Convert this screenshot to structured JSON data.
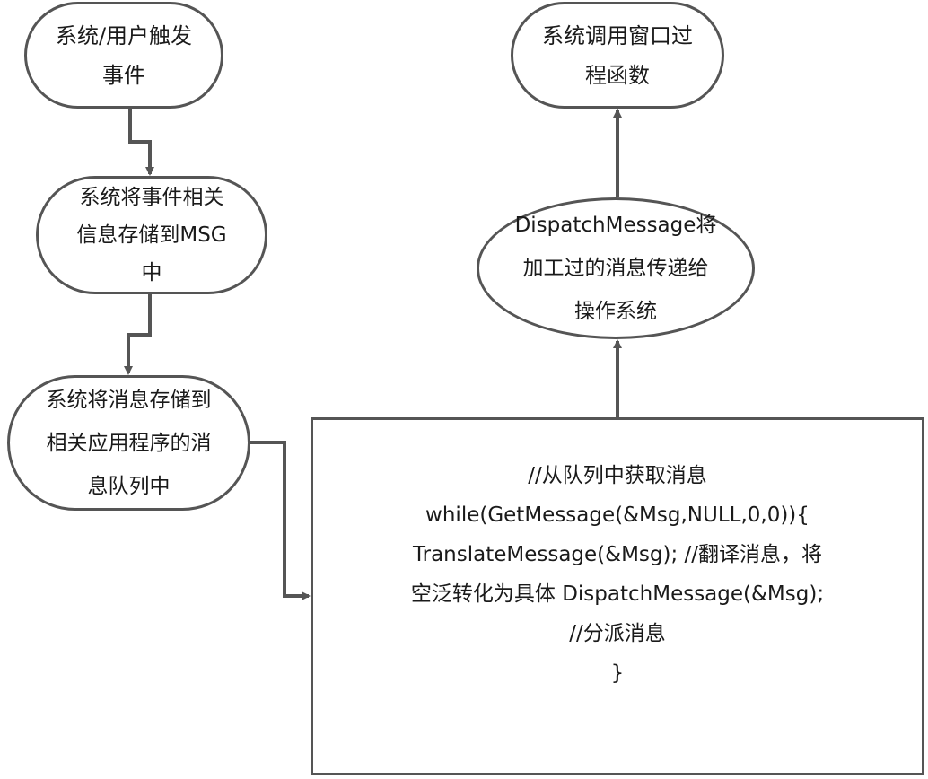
{
  "diagram": {
    "nodes": {
      "user_event": {
        "text": "系统/用户触发\n事件"
      },
      "store_msg": {
        "text": "系统将事件相关\n信息存储到MSG\n中"
      },
      "queue_msg": {
        "text": "系统将消息存储到\n相关应用程序的消\n息队列中"
      },
      "window_proc": {
        "text": "系统调用窗口过\n程函数"
      },
      "dispatch": {
        "text": "DispatchMessage将\n加工过的消息传递给\n操作系统"
      },
      "loop_code": {
        "text": "//从队列中获取消息\nwhile(GetMessage(&Msg,NULL,0,0)){\nTranslateMessage(&Msg); //翻译消息，将\n空泛转化为具体 DispatchMessage(&Msg);\n//分派消息\n}"
      }
    },
    "edges": [
      {
        "from": "user_event",
        "to": "store_msg"
      },
      {
        "from": "store_msg",
        "to": "queue_msg"
      },
      {
        "from": "queue_msg",
        "to": "loop_code"
      },
      {
        "from": "loop_code",
        "to": "dispatch"
      },
      {
        "from": "dispatch",
        "to": "window_proc"
      }
    ],
    "colors": {
      "stroke": "#555555",
      "background": "#ffffff",
      "text": "#1a1a1a"
    }
  }
}
